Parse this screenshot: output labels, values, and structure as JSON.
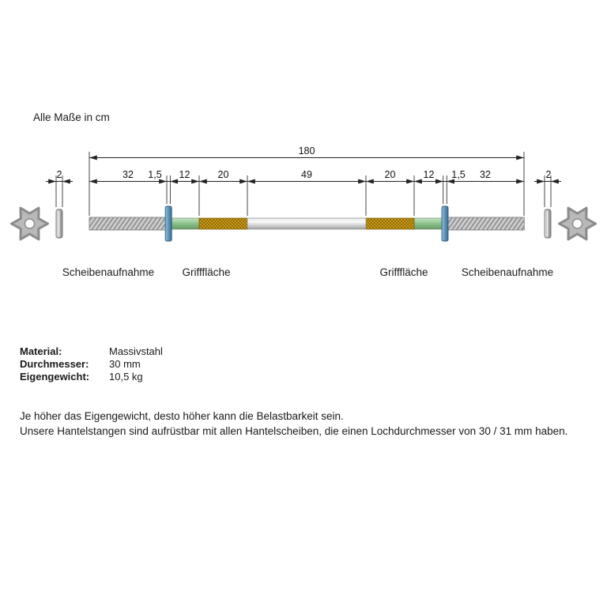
{
  "page": {
    "note": "Alle Maße in cm"
  },
  "diagram": {
    "total": "180",
    "dims": [
      "2",
      "32",
      "1,5",
      "12",
      "20",
      "49",
      "20",
      "12",
      "1,5",
      "32",
      "2"
    ],
    "labels": {
      "sleeve_left": "Scheibenaufnahme",
      "grip_left": "Grifffläche",
      "grip_right": "Grifffläche",
      "sleeve_right": "Scheibenaufnahme"
    },
    "colors": {
      "grip_knurl": "#d7a21e",
      "collar_blue": "#5e93b8",
      "sleeve_marker_green": "#8fc48f",
      "steel_gray": "#c9c9c9"
    }
  },
  "specs": [
    {
      "label": "Material:",
      "value": "Massivstahl"
    },
    {
      "label": "Durchmesser:",
      "value": "30 mm"
    },
    {
      "label": "Eigengewicht:",
      "value": "10,5 kg"
    }
  ],
  "footer": {
    "line1": "Je höher das Eigengewicht, desto höher kann die Belastbarkeit sein.",
    "line2": "Unsere Hantelstangen sind aufrüstbar mit allen Hantelscheiben, die einen Lochdurchmesser von 30 / 31 mm haben."
  }
}
